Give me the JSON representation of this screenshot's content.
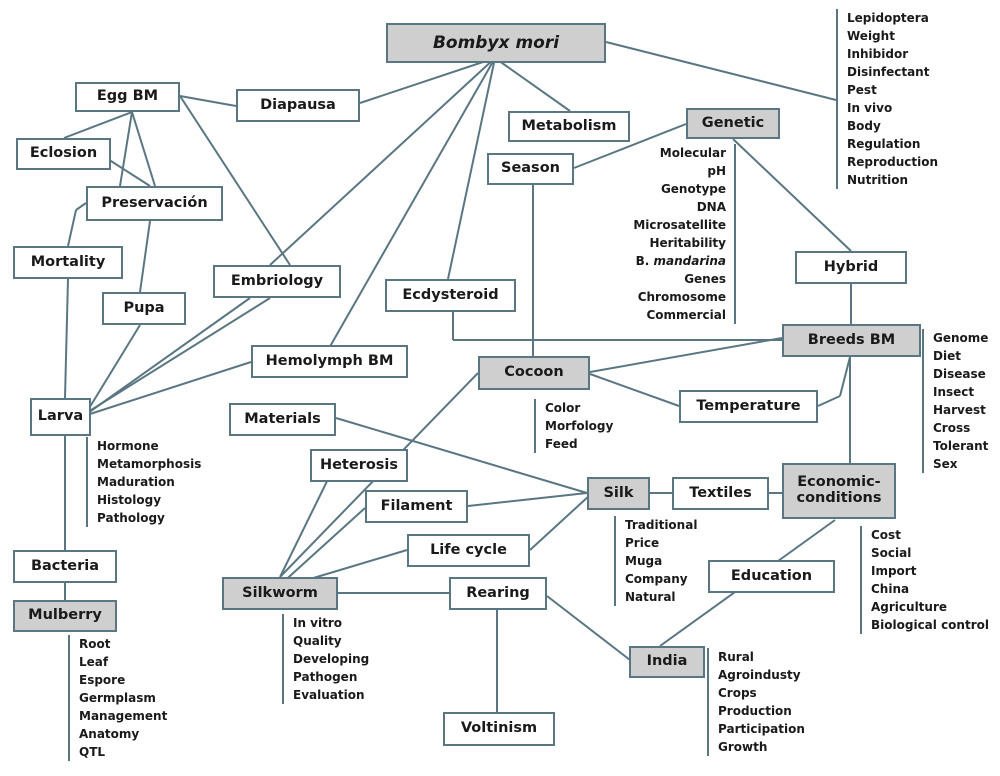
{
  "nodes": {
    "bombyx": "Bombyx mori",
    "egg": "Egg BM",
    "diapausa": "Diapausa",
    "eclosion": "Eclosion",
    "preservacion": "Preservación",
    "metabolism": "Metabolism",
    "genetic": "Genetic",
    "season": "Season",
    "mortality": "Mortality",
    "pupa": "Pupa",
    "embriology": "Embriology",
    "ecdysteroid": "Ecdysteroid",
    "hybrid": "Hybrid",
    "hemolymph": "Hemolymph BM",
    "breeds": "Breeds BM",
    "cocoon": "Cocoon",
    "larva": "Larva",
    "materials": "Materials",
    "temperature": "Temperature",
    "heterosis": "Heterosis",
    "filament": "Filament",
    "silk": "Silk",
    "textiles": "Textiles",
    "economic_line1": "Economic-",
    "economic_line2": "conditions",
    "lifecycle": "Life cycle",
    "bacteria": "Bacteria",
    "education": "Education",
    "silkworm": "Silkworm",
    "rearing": "Rearing",
    "mulberry": "Mulberry",
    "india": "India",
    "voltinism": "Voltinism"
  },
  "lists": {
    "bombyx_terms": [
      "Lepidoptera",
      "Weight",
      "Inhibidor",
      "Disinfectant",
      "Pest",
      "In vivo",
      "Body",
      "Regulation",
      "Reproduction",
      "Nutrition"
    ],
    "genetic_terms": [
      "Molecular",
      "pH",
      "Genotype",
      "DNA",
      "Microsatellite",
      "Heritability",
      "B. mandarina",
      "Genes",
      "Chromosome",
      "Commercial"
    ],
    "breeds_terms": [
      "Genome",
      "Diet",
      "Disease",
      "Insect",
      "Harvest",
      "Cross",
      "Tolerant",
      "Sex"
    ],
    "larva_terms": [
      "Hormone",
      "Metamorphosis",
      "Maduration",
      "Histology",
      "Pathology"
    ],
    "cocoon_terms": [
      "Color",
      "Morfology",
      "Feed"
    ],
    "silk_terms": [
      "Traditional",
      "Price",
      "Muga",
      "Company",
      "Natural"
    ],
    "economic_terms": [
      "Cost",
      "Social",
      "Import",
      "China",
      "Agriculture",
      "Biological control"
    ],
    "silkworm_terms": [
      "In vitro",
      "Quality",
      "Developing",
      "Pathogen",
      "Evaluation"
    ],
    "mulberry_terms": [
      "Root",
      "Leaf",
      "Espore",
      "Germplasm",
      "Management",
      "Anatomy",
      "QTL"
    ],
    "india_terms": [
      "Rural",
      "Agroindusty",
      "Crops",
      "Production",
      "Participation",
      "Growth"
    ]
  },
  "colors": {
    "line": "#5a7682",
    "highlight_fill": "#cfcfcf",
    "box_fill": "#ffffff"
  }
}
